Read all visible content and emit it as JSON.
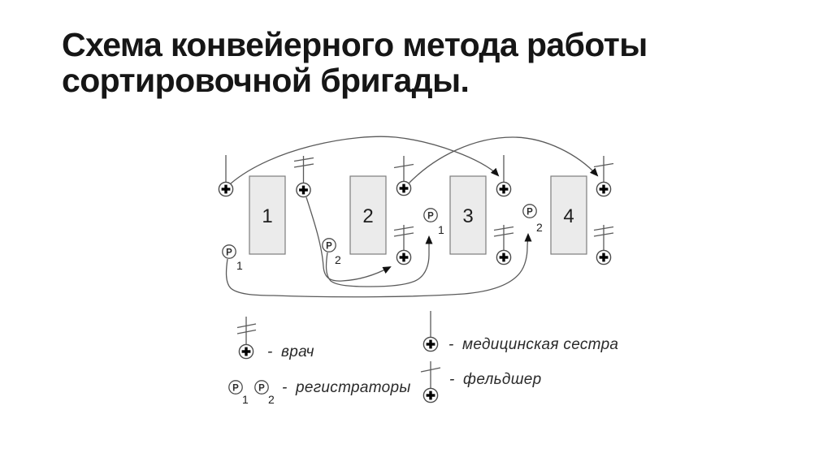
{
  "title": {
    "line1": "Схема конвейерного метода работы",
    "line2": "сортировочной бригады."
  },
  "diagram": {
    "stations": [
      {
        "number": "1"
      },
      {
        "number": "2"
      },
      {
        "number": "3"
      },
      {
        "number": "4"
      }
    ],
    "registrars": [
      {
        "letter": "Р",
        "index": "1"
      },
      {
        "letter": "Р",
        "index": "2"
      },
      {
        "letter": "Р",
        "index": "1"
      },
      {
        "letter": "Р",
        "index": "2"
      }
    ]
  },
  "legend": {
    "items": [
      {
        "id": "doctor",
        "dash": "-",
        "label": "врач"
      },
      {
        "id": "registrars",
        "dash": "-",
        "label": "регистраторы",
        "symbols": [
          {
            "letter": "Р",
            "index": "1"
          },
          {
            "letter": "Р",
            "index": "2"
          }
        ]
      },
      {
        "id": "nurse",
        "dash": "-",
        "label": "медицинская сестра"
      },
      {
        "id": "feldsher",
        "dash": "-",
        "label": "фельдшер"
      }
    ]
  },
  "colors": {
    "background": "#ffffff",
    "line": "#5a5a5a",
    "symbol": "#000000",
    "table_fill": "#ebebeb",
    "table_border": "#7d7d7d",
    "text": "#161616"
  }
}
